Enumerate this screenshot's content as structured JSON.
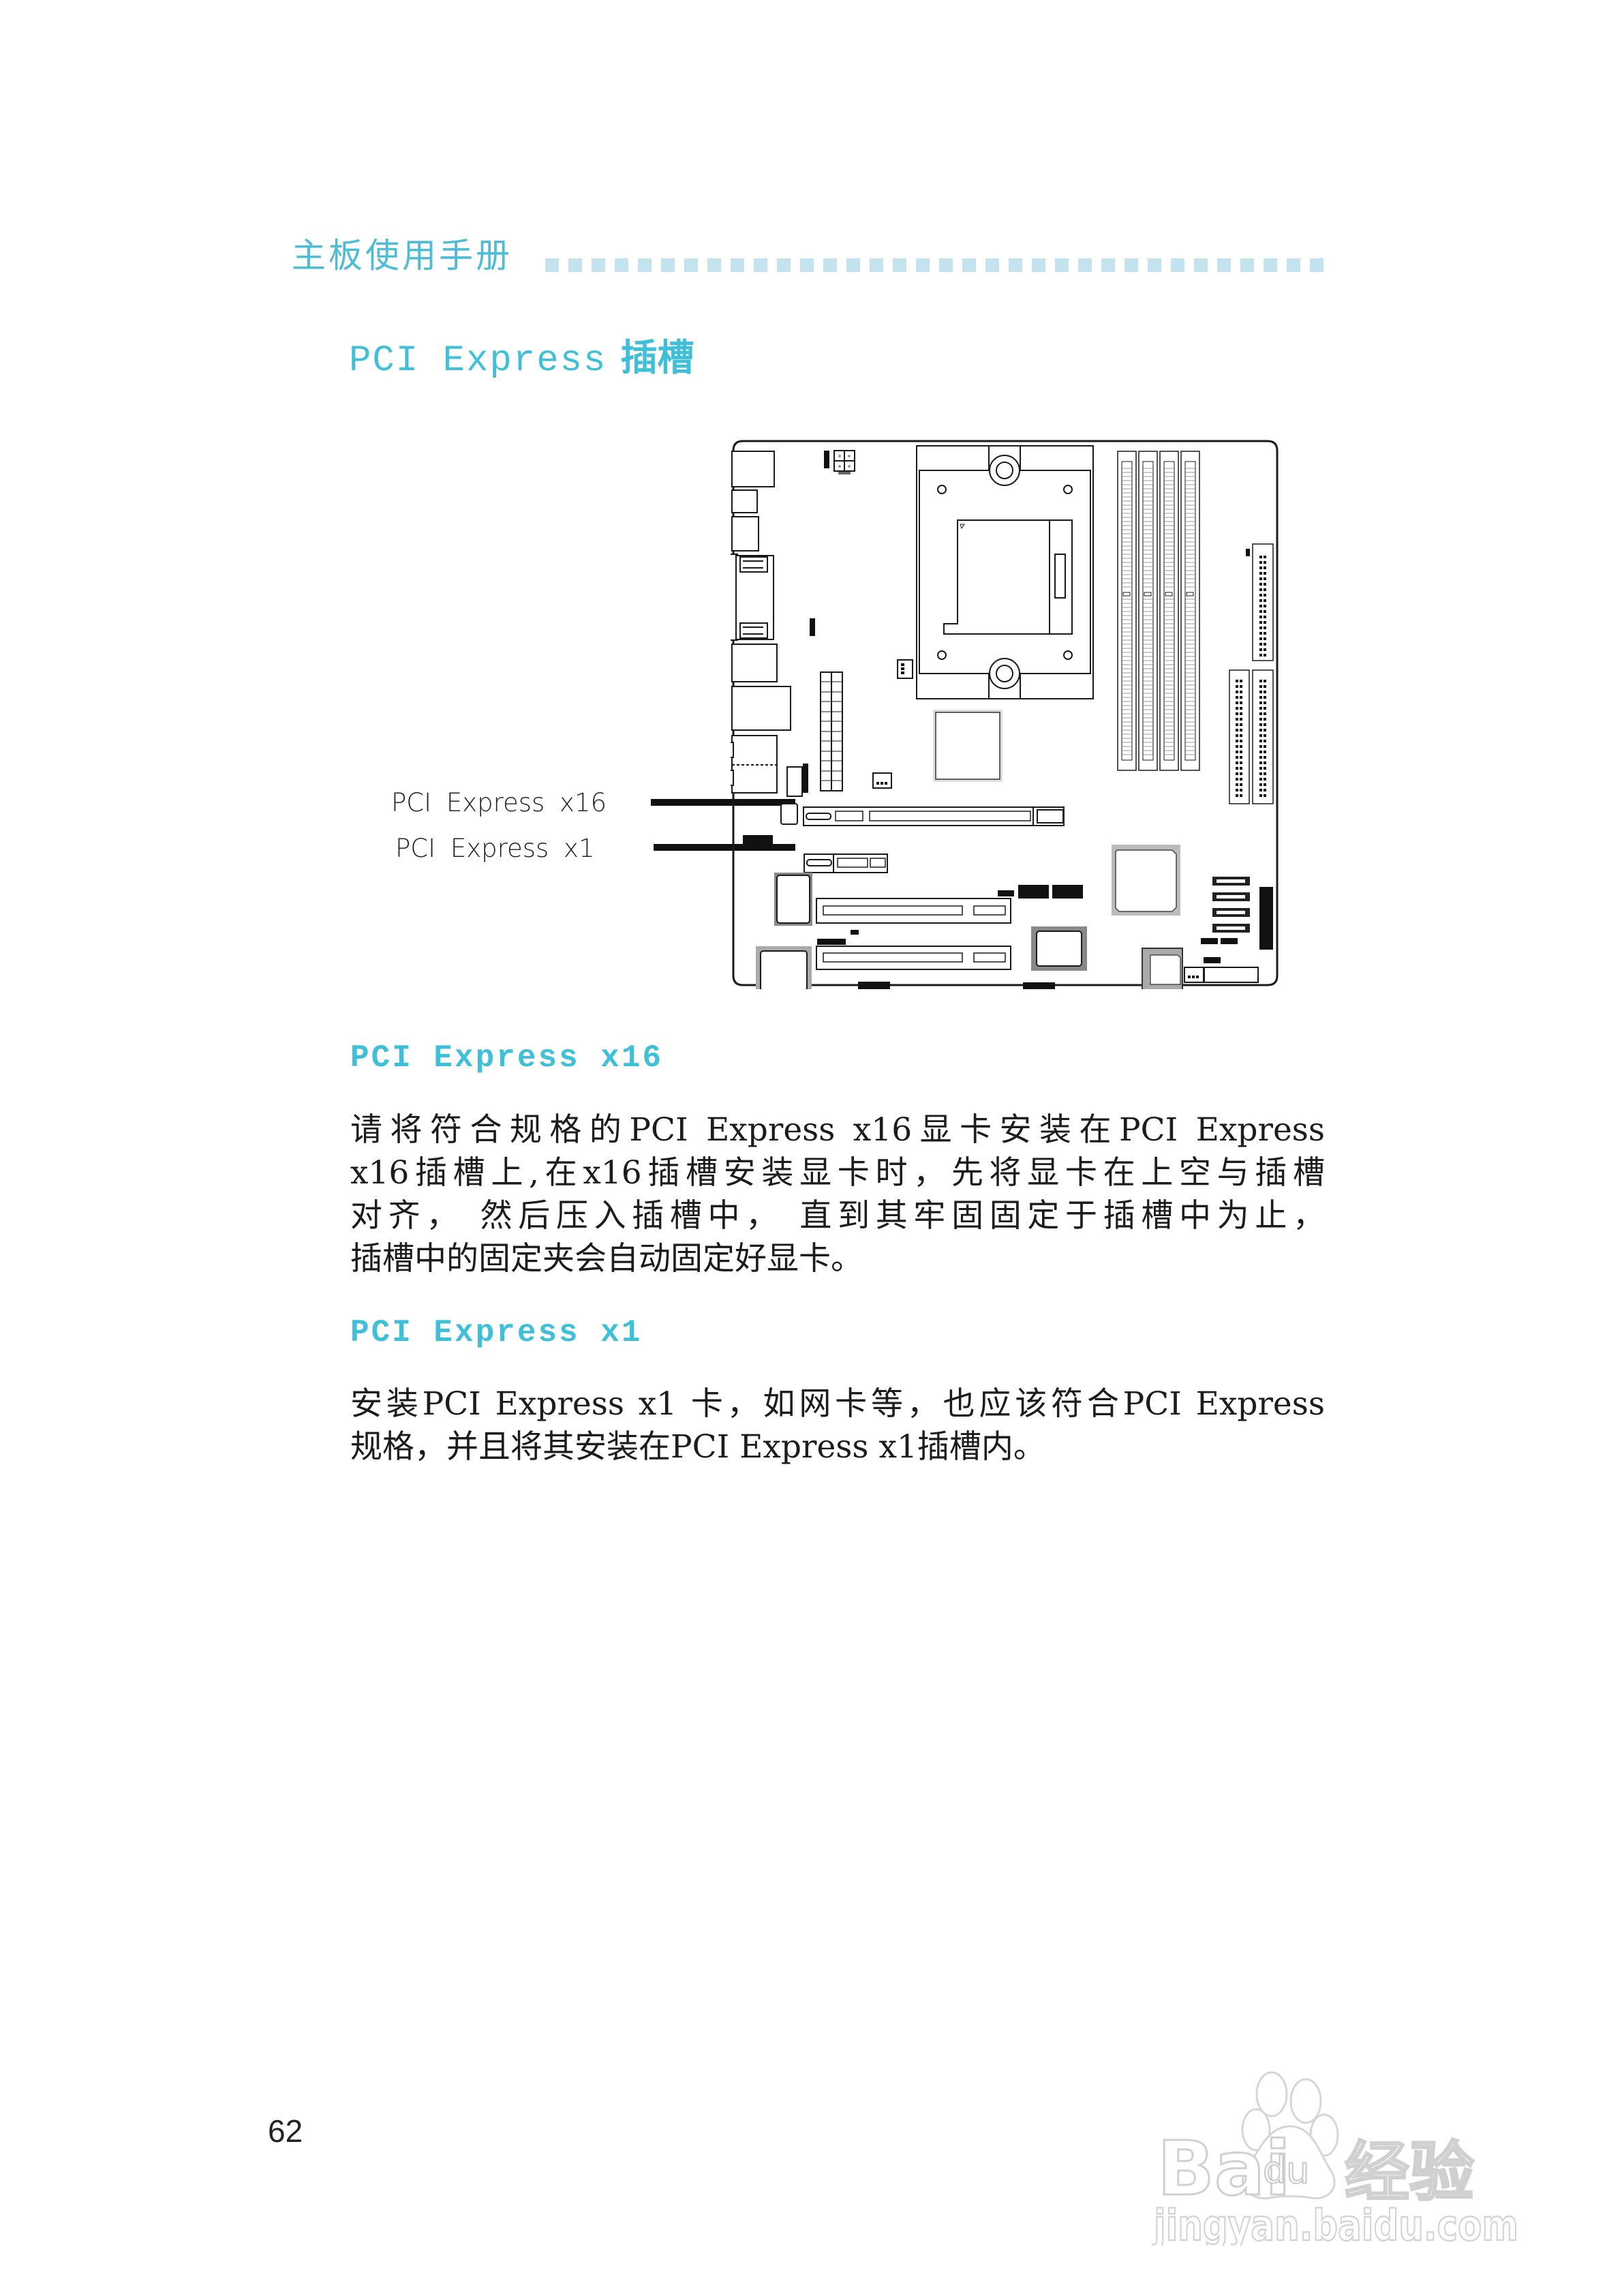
{
  "header": {
    "running_title": "主板使用手册",
    "dot_count": 34,
    "accent_color": "#4dbcd4",
    "dot_color": "#c3e4ef"
  },
  "page_title": {
    "latin": "PCI Express",
    "cjk": "插槽",
    "color": "#3fbfd8"
  },
  "diagram": {
    "callouts": [
      {
        "label": "PCI Express x16",
        "target": "pcie-x16-slot"
      },
      {
        "label": "PCI Express x1",
        "target": "pcie-x1-slot"
      }
    ]
  },
  "sections": [
    {
      "heading": "PCI Express x16",
      "lines": [
        "请将符合规格的PCI Express x16显卡安装在PCI  Express",
        "x16插槽上,在x16插槽安装显卡时，先将显卡在上空与插槽",
        "对齐， 然后压入插槽中， 直到其牢固固定于插槽中为止，",
        "插槽中的固定夹会自动固定好显卡。"
      ]
    },
    {
      "heading": "PCI Express x1",
      "lines": [
        "安装PCI Express x1 卡，如网卡等，也应该符合PCI Express",
        "规格，并且将其安装在PCI Express x1插槽内。"
      ]
    }
  ],
  "footer": {
    "page_number": "62"
  },
  "watermark": {
    "brand_latin_1": "Bai",
    "brand_paw_text": "du",
    "brand_cjk": "经验",
    "url": "jingyan.baidu.com"
  }
}
